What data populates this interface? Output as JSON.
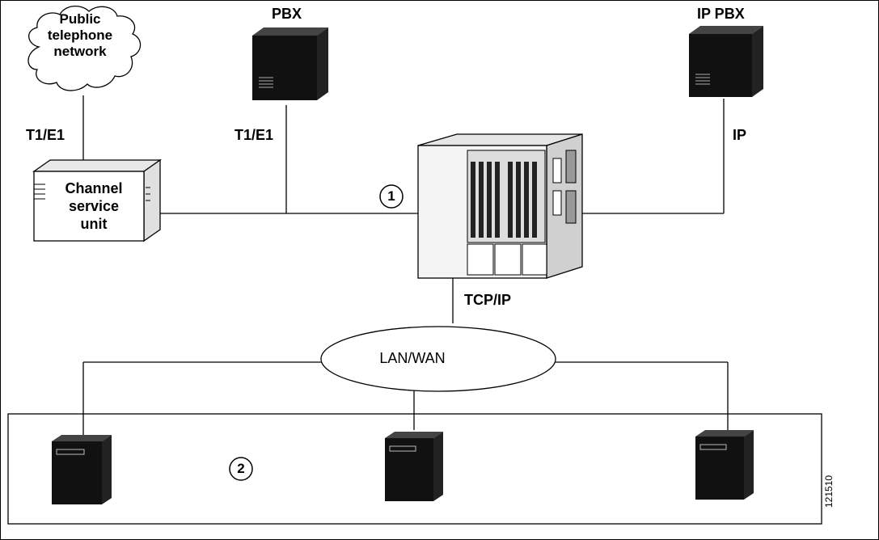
{
  "labels": {
    "cloud": [
      "Public",
      "telephone",
      "network"
    ],
    "pbx": "PBX",
    "ip_pbx": "IP PBX",
    "t1e1_left": "T1/E1",
    "t1e1_pbx": "T1/E1",
    "ip": "IP",
    "csu": [
      "Channel",
      "service",
      "unit"
    ],
    "tcpip": "TCP/IP",
    "lanwan": "LAN/WAN",
    "callout_1": "1",
    "callout_2": "2",
    "figure_id": "121510"
  },
  "colors": {
    "line": "#000000",
    "device": "#111111",
    "background": "#ffffff"
  }
}
